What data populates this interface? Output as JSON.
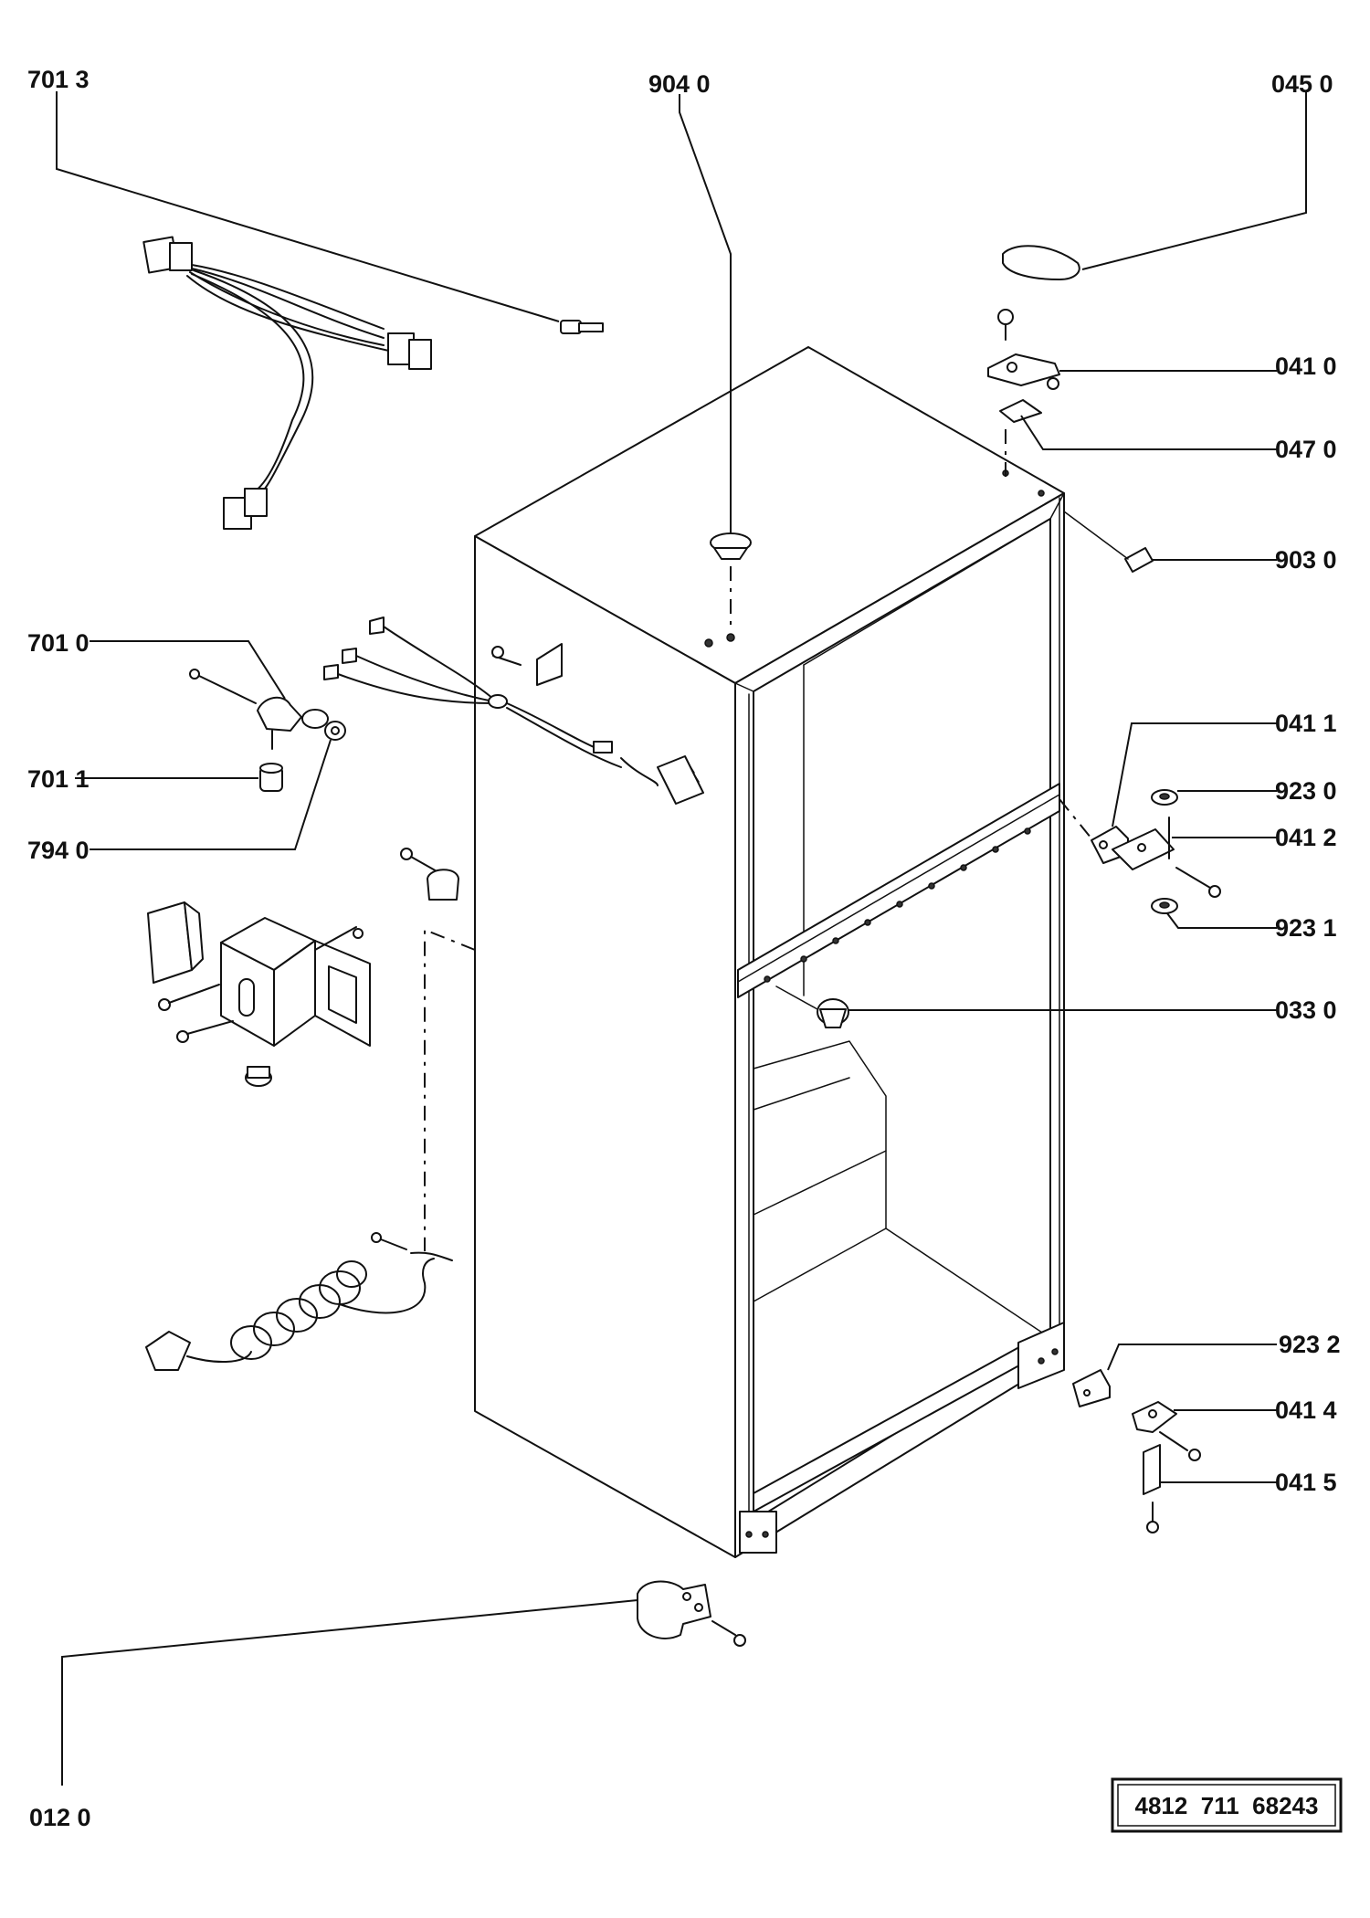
{
  "callouts": {
    "c7013": "701 3",
    "c9040": "904 0",
    "c0450": "045 0",
    "c0410": "041 0",
    "c0470": "047 0",
    "c9030": "903 0",
    "c7010": "701 0",
    "c7011": "701 1",
    "c7940": "794 0",
    "c0411": "041 1",
    "c9230": "923 0",
    "c0412": "041 2",
    "c9231": "923 1",
    "c0330": "033 0",
    "c9232": "923 2",
    "c0414": "041 4",
    "c0415": "041 5",
    "c0120": "012 0"
  },
  "drawing_code": "4812  711  68243"
}
